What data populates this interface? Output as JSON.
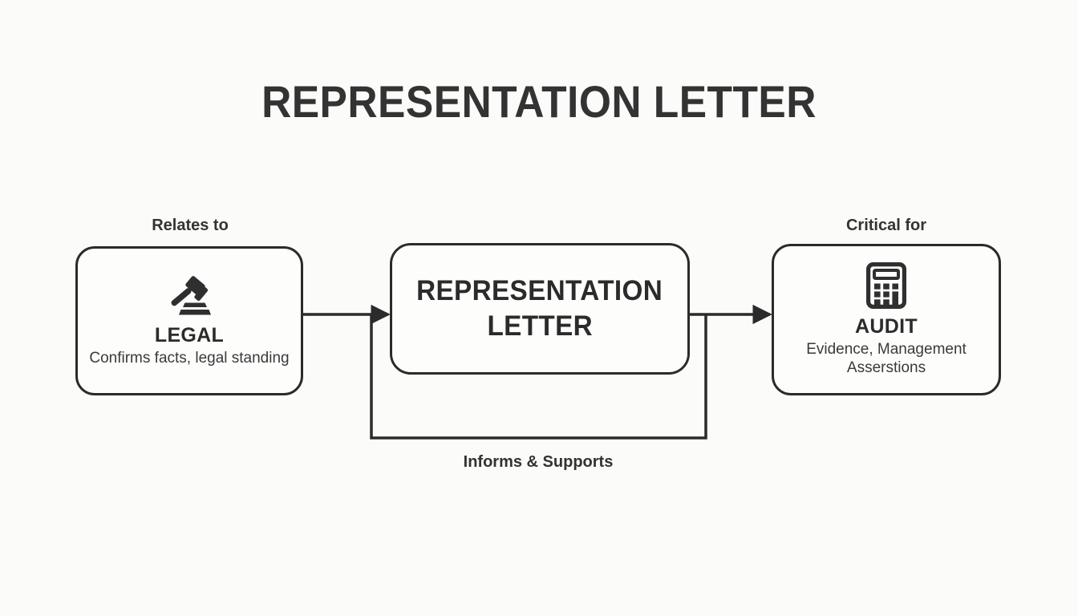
{
  "page": {
    "title": "REPRESENTATION LETTER",
    "background_color": "#fbfbfa",
    "ink_color": "#2b2b2b"
  },
  "diagram": {
    "type": "flow",
    "nodes": [
      {
        "id": "legal",
        "icon": "gavel-icon",
        "title": "LEGAL",
        "description": "Confirms facts, legal standing"
      },
      {
        "id": "center",
        "title_line1": "REPRESENTATION",
        "title_line2": "LETTER"
      },
      {
        "id": "audit",
        "icon": "calculator-icon",
        "title": "AUDIT",
        "description": "Evidence, Management Asserstions"
      }
    ],
    "edges": [
      {
        "id": "relates-to",
        "label": "Relates to",
        "from": "legal",
        "to": "center"
      },
      {
        "id": "critical-for",
        "label": "Critical for",
        "from": "center",
        "to": "audit"
      },
      {
        "id": "informs-supports",
        "label": "Informs & Supports",
        "from": "center",
        "to": "center"
      }
    ]
  }
}
